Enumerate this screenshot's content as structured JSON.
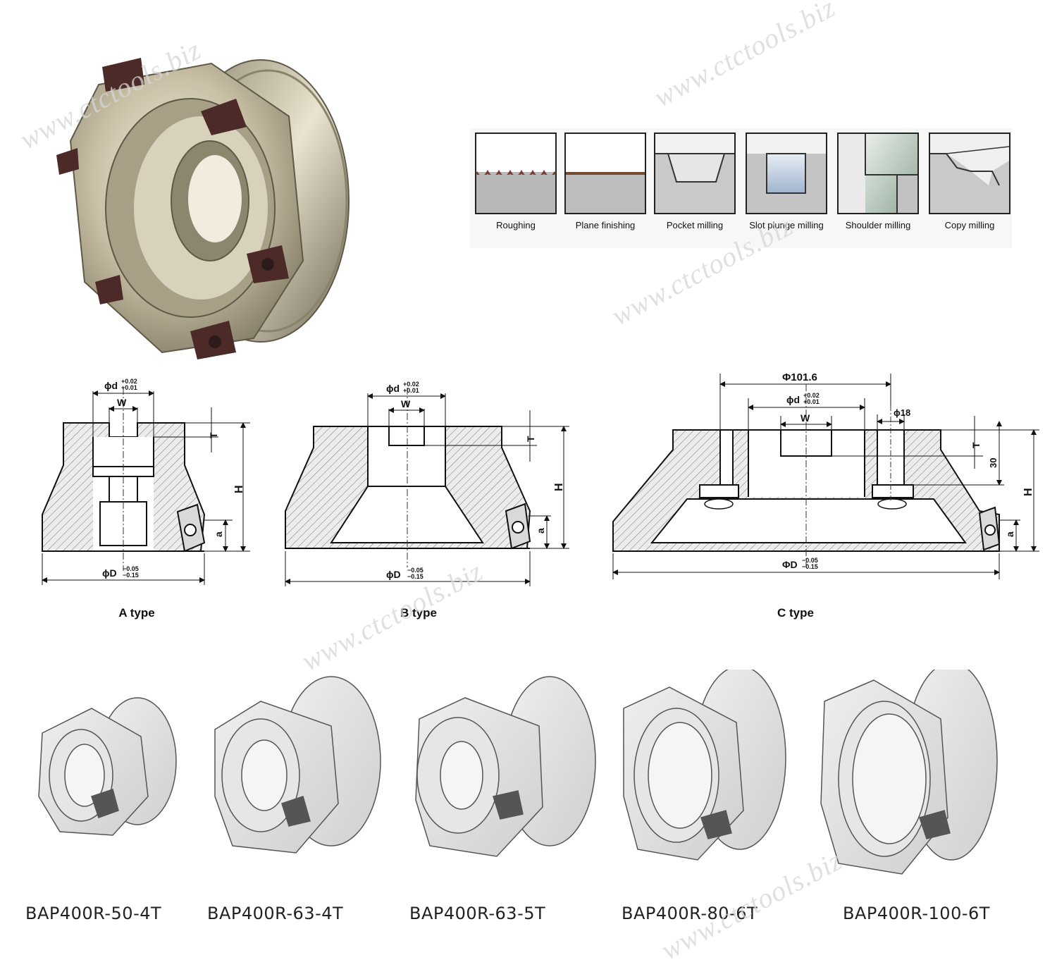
{
  "watermark": "www.ctctools.biz",
  "operations": [
    {
      "label": "Roughing"
    },
    {
      "label": "Plane finishing"
    },
    {
      "label": "Pocket milling"
    },
    {
      "label": "Slot plunge milling"
    },
    {
      "label": "Shoulder milling"
    },
    {
      "label": "Copy milling"
    }
  ],
  "drawings": {
    "a_type": {
      "label": "A type",
      "bore": "ϕd",
      "bore_tol_upper": "+0.02",
      "bore_tol_lower": "+0.01",
      "width": "W",
      "slot_depth": "T",
      "height": "H",
      "insert": "a",
      "diameter": "ϕD",
      "dia_tol_upper": "−0.05",
      "dia_tol_lower": "−0.15"
    },
    "b_type": {
      "label": "B type",
      "bore": "ϕd",
      "bore_tol_upper": "+0.02",
      "bore_tol_lower": "+0.01",
      "width": "W",
      "slot_depth": "T",
      "height": "H",
      "insert": "a",
      "diameter": "ϕD",
      "dia_tol_upper": "−0.05",
      "dia_tol_lower": "−0.15"
    },
    "c_type": {
      "label": "C type",
      "pitch": "Φ101.6",
      "bore": "ϕd",
      "bore_tol_upper": "+0.02",
      "bore_tol_lower": "+0.01",
      "width": "W",
      "hole": "ϕ18",
      "slot_depth": "T",
      "depth": "30",
      "height": "H",
      "insert": "a",
      "diameter": "ΦD",
      "dia_tol_upper": "−0.05",
      "dia_tol_lower": "−0.15"
    }
  },
  "models": [
    {
      "name": "BAP400R-50-4T"
    },
    {
      "name": "BAP400R-63-4T"
    },
    {
      "name": "BAP400R-63-5T"
    },
    {
      "name": "BAP400R-80-6T"
    },
    {
      "name": "BAP400R-100-6T"
    }
  ]
}
